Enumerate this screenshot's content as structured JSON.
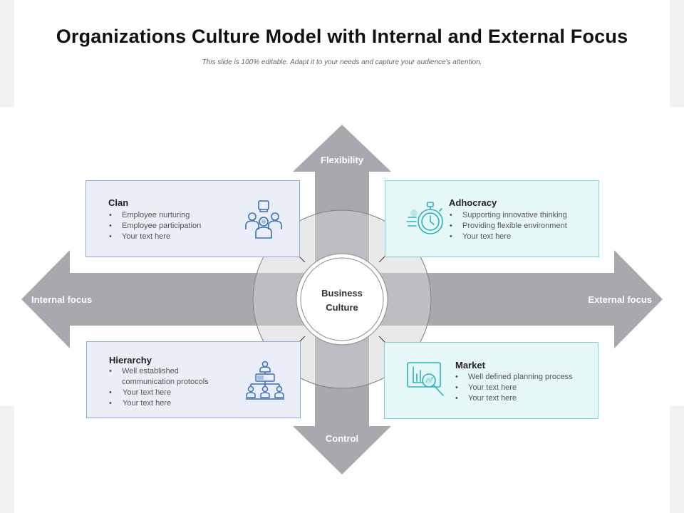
{
  "title": "Organizations Culture Model with Internal and External Focus",
  "subtitle": "This slide is 100% editable. Adapt it to your needs and capture your audience's attention.",
  "axes": {
    "top": "Flexibility",
    "bottom": "Control",
    "left": "Internal focus",
    "right": "External focus"
  },
  "center": {
    "line1": "Business",
    "line2": "Culture"
  },
  "quadrants": {
    "clan": {
      "title": "Clan",
      "items": [
        "Employee nurturing",
        "Employee participation",
        "Your text here"
      ],
      "icon": "team-leader-icon"
    },
    "adhocracy": {
      "title": "Adhocracy",
      "items": [
        "Supporting innovative thinking",
        "Providing flexible environment",
        "Your text here"
      ],
      "icon": "stopwatch-icon"
    },
    "hierarchy": {
      "title": "Hierarchy",
      "items": [
        "Well established communication protocols",
        "Your text here",
        "Your text here"
      ],
      "icon": "org-chart-icon"
    },
    "market": {
      "title": "Market",
      "items": [
        "Well defined planning process",
        "Your text here",
        "Your text here"
      ],
      "icon": "market-analysis-icon"
    }
  },
  "colors": {
    "arrow": "#a7a9ad",
    "ring": "#d3d4d6",
    "blue_box": "#e9eef8",
    "blue_border": "#8fa8d6",
    "teal_box": "#e6f7f7",
    "teal_border": "#7fd3d3",
    "blue_icon": "#3a6fb5",
    "teal_icon": "#2bb3bd"
  }
}
